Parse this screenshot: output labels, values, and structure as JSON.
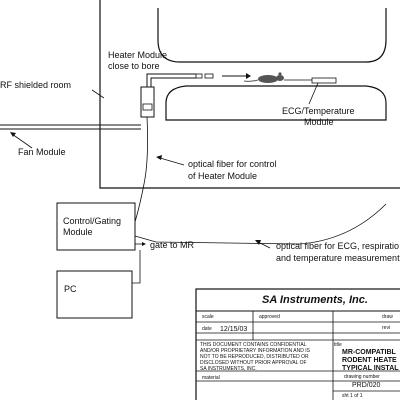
{
  "labels": {
    "rf_room": "RF shielded room",
    "heater_module": [
      "Heater Module",
      "close to bore"
    ],
    "ecg_module": [
      "ECG/Temperature",
      "Module"
    ],
    "fan_module": "Fan Module",
    "optical_control": [
      "optical fiber for control",
      "of  Heater Module"
    ],
    "control_gating": [
      "Control/Gating",
      "Module"
    ],
    "gate_to_mr": "gate to MR",
    "optical_ecg": [
      "optical fiber for ECG, respiratio",
      "and temperature measurement"
    ],
    "pc": "PC"
  },
  "title_block": {
    "company": "SA Instruments, Inc.",
    "scale": "scale",
    "approved": "approved",
    "drawn": "draw",
    "date_label": "date",
    "date_value": "12/15/03",
    "revision": "revi",
    "notice": [
      "THIS DOCUMENT CONTAINS CONFIDENTIAL",
      "AND/OR PROPRIETARY INFORMATION AND IS",
      "NOT TO BE REPRODUCED, DISTRIBUTED OR",
      "DISCLOSED WITHOUT PRIOR APPROVAL OF",
      "SA INSTRUMENTS, INC."
    ],
    "title_label": "title",
    "title_lines": [
      "MR-COMPATIBL",
      "RODENT HEATE",
      "TYPICAL INSTAL"
    ],
    "material": "material",
    "drawing_number_label": "drawing number",
    "drawing_number": "PRD/020",
    "sheet": "sht 1 of 1"
  }
}
